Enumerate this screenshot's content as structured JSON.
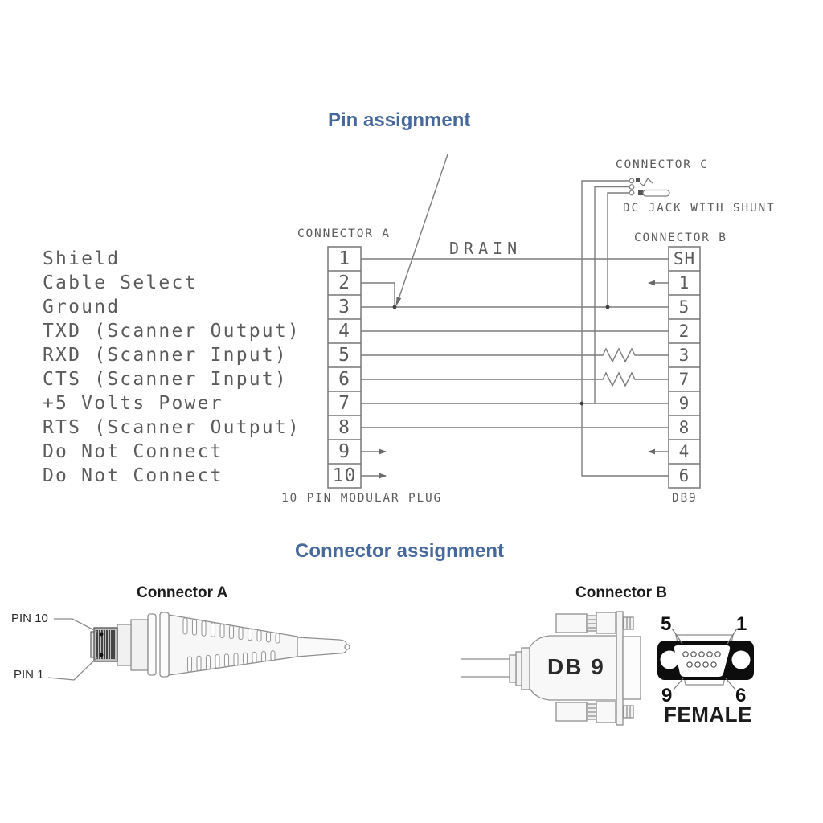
{
  "titles": {
    "pin_assignment": "Pin assignment",
    "connector_assignment": "Connector assignment"
  },
  "wiring": {
    "connector_a_label": "CONNECTOR A",
    "connector_b_label": "CONNECTOR B",
    "connector_c_label": "CONNECTOR C",
    "dc_jack_label": "DC JACK WITH SHUNT",
    "drain_label": "DRAIN",
    "plug_label": "10 PIN MODULAR PLUG",
    "db9_label": "DB9",
    "left_pin_labels": [
      "Shield",
      "Cable Select",
      "Ground",
      "TXD (Scanner Output)",
      "RXD (Scanner Input)",
      "CTS (Scanner Input)",
      "+5 Volts Power",
      "RTS (Scanner Output)",
      "Do Not Connect",
      "Do Not Connect"
    ],
    "connector_a_pins": [
      "1",
      "2",
      "3",
      "4",
      "5",
      "6",
      "7",
      "8",
      "9",
      "10"
    ],
    "connector_b_pins": [
      "SH",
      "1",
      "5",
      "2",
      "3",
      "7",
      "9",
      "8",
      "4",
      "6"
    ]
  },
  "bottom": {
    "connector_a_title": "Connector A",
    "connector_b_title": "Connector B",
    "pin10_label": "PIN 10",
    "pin1_label": "PIN 1",
    "db9_text": "DB 9",
    "corner_top_left": "5",
    "corner_top_right": "1",
    "corner_bottom_left": "9",
    "corner_bottom_right": "6",
    "female_label": "FEMALE"
  },
  "colors": {
    "accent_blue": "#46689B",
    "diagram_line": "#7d7d7d",
    "cad_text": "#5c5c5c",
    "black_face": "#0d0d0d"
  }
}
